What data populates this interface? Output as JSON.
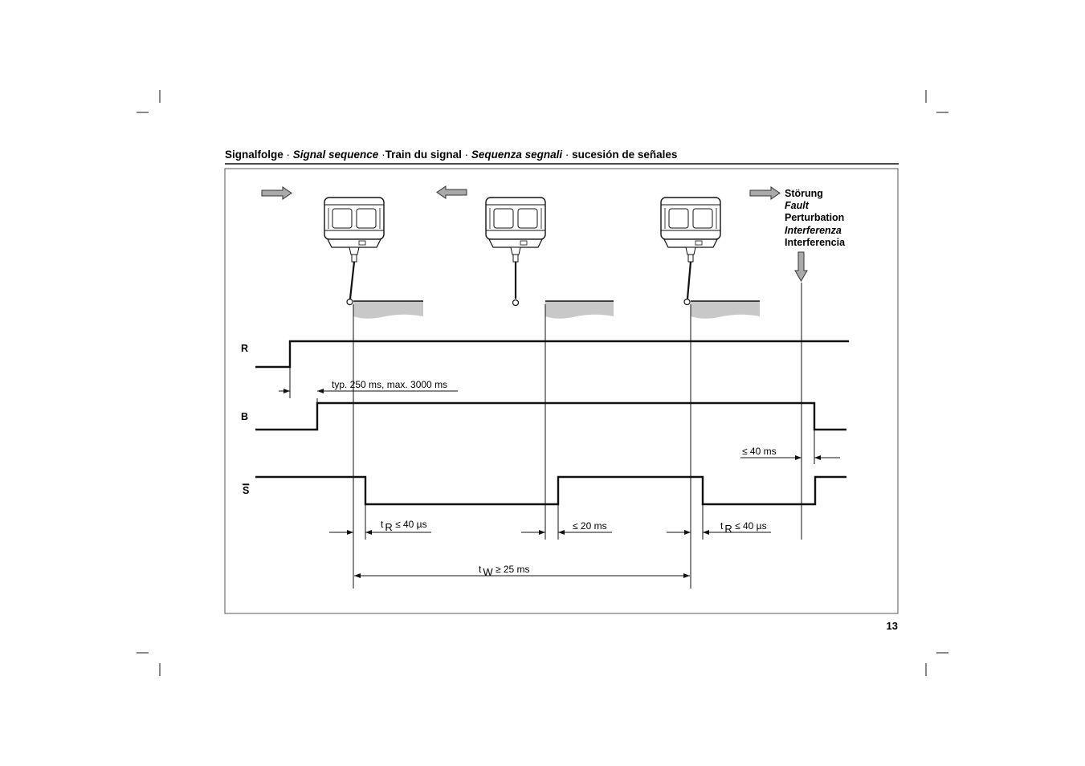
{
  "header": {
    "part1": "Signalfolge",
    "sep1": " · ",
    "part2": "Signal sequence",
    "sep2": " ·",
    "part3": "Train du signal",
    "sep3": " · ",
    "part4": "Sequenza segnali",
    "sep4": " · ",
    "part5": "sucesión de señales"
  },
  "fault_labels": {
    "de": "Störung",
    "en": "Fault",
    "fr": "Perturbation",
    "it": "Interferenza",
    "es": "Interferencia"
  },
  "signals": {
    "r": "R",
    "b": "B",
    "s": "S"
  },
  "timing": {
    "typ_delay": "typ. 250 ms, max. 3000 ms",
    "fault_delay": "≤ 40 ms",
    "tr_prefix": "t",
    "tr_sub": "R",
    "tr_value": " ≤ 40 µs",
    "tr2_prefix": "t",
    "tr2_sub": "R",
    "tr2_value": " ≤ 40 µs",
    "reset_delay": "≤ 20 ms",
    "tw_prefix": "t",
    "tw_sub": "W",
    "tw_value": " ≥ 25 ms"
  },
  "page_number": "13",
  "colors": {
    "line": "#111111",
    "arrow_fill": "#a9a9a9",
    "workpiece": "#c8c8c8",
    "frame": "#555555"
  }
}
